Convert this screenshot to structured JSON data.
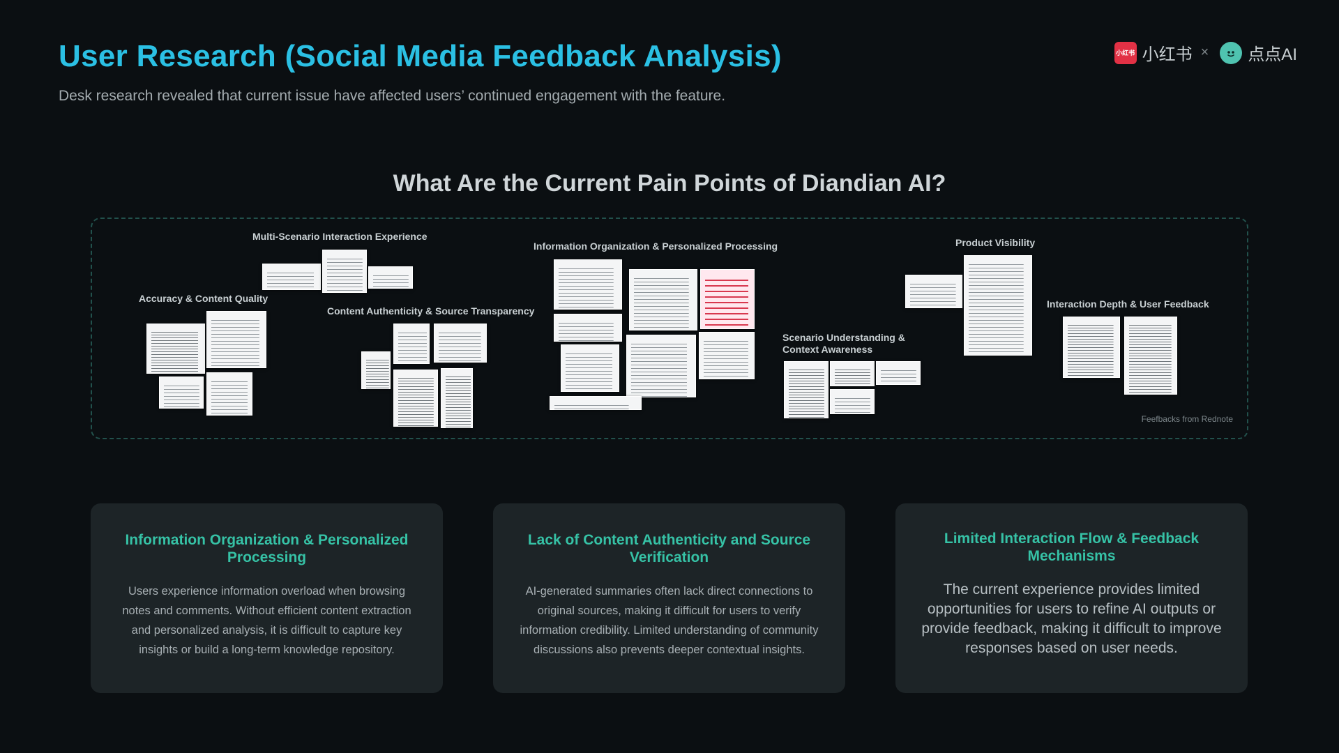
{
  "header": {
    "title": "User Research (Social Media Feedback Analysis)",
    "subtitle": "Desk research revealed that current issue have affected users’ continued engagement with the feature."
  },
  "brand": {
    "xhs_logo_text": "小红书",
    "xhs_name": "小红书",
    "separator": "×",
    "dd_name": "点点AI"
  },
  "section": {
    "title": "What Are the Current Pain Points of Diandian AI?"
  },
  "panel": {
    "clusters": [
      {
        "label": "Multi-Scenario Interaction Experience"
      },
      {
        "label": "Accuracy & Content Quality"
      },
      {
        "label": "Content Authenticity & Source Transparency"
      },
      {
        "label": "Information Organization & Personalized Processing"
      },
      {
        "label": "Scenario Understanding & Context Awareness"
      },
      {
        "label": "Product Visibility"
      },
      {
        "label": "Interaction Depth & User Feedback"
      }
    ],
    "note": "Feefbacks from Rednote"
  },
  "cards": [
    {
      "title": "Information Organization & Personalized Processing",
      "body": "Users experience information overload when browsing notes and comments. Without efficient content extraction and personalized analysis, it is difficult to capture key insights or build a long-term knowledge repository."
    },
    {
      "title": "Lack of Content Authenticity and Source Verification",
      "body": "AI-generated summaries often lack direct connections to original sources, making it difficult for users to verify information credibility. Limited understanding of community discussions also prevents deeper contextual insights."
    },
    {
      "title": "Limited Interaction Flow & Feedback Mechanisms",
      "body": "The current experience provides limited opportunities for users to refine AI outputs or provide feedback, making it difficult to improve responses based on user needs."
    }
  ],
  "colors": {
    "background": "#0b0f12",
    "title": "#2bc0e4",
    "accent": "#36c2a6",
    "card": "#1d2427",
    "xhs_red": "#e23145",
    "dd_teal": "#4fc3b0"
  }
}
